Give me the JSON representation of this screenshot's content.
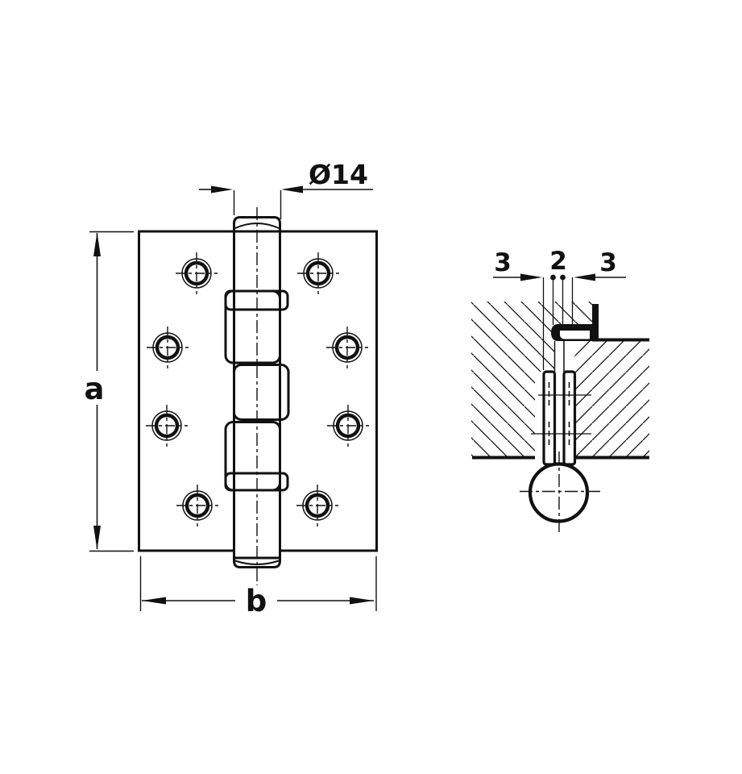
{
  "front_view": {
    "height_label": "a",
    "width_label": "b",
    "pin_diameter_label": "Ø14"
  },
  "section_view": {
    "frame_gap_label": "3",
    "center_gap_label": "2",
    "door_gap_label": "3"
  },
  "colors": {
    "ink": "#111111",
    "paper": "#ffffff"
  }
}
